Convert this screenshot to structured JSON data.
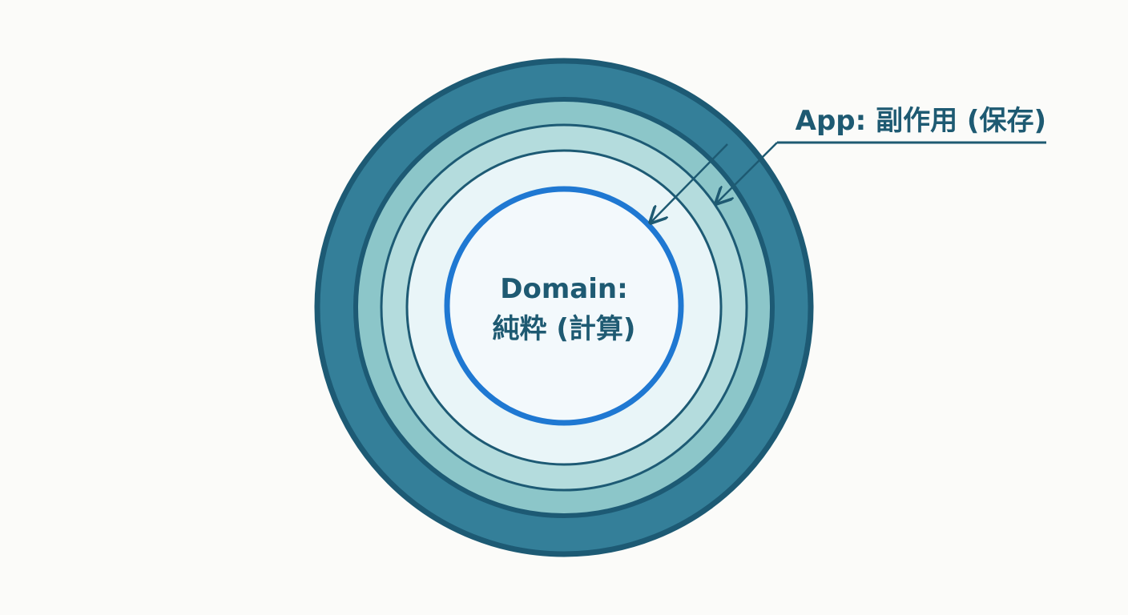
{
  "diagram": {
    "domain_label_line1": "Domain:",
    "domain_label_line2": "純粋 (計算)",
    "app_label": "App: 副作用 (保存)"
  },
  "colors": {
    "background": "#fbfbf9",
    "outer_ring": "#347f99",
    "ring_outline": "#1d5a74",
    "middle_ring": "#8cc6c9",
    "inner_ring": "#b4dcdd",
    "core_fill": "#e9f5f8",
    "domain_border": "#1f78d2",
    "text": "#1e5a72",
    "callout_line": "#1e5a72"
  }
}
